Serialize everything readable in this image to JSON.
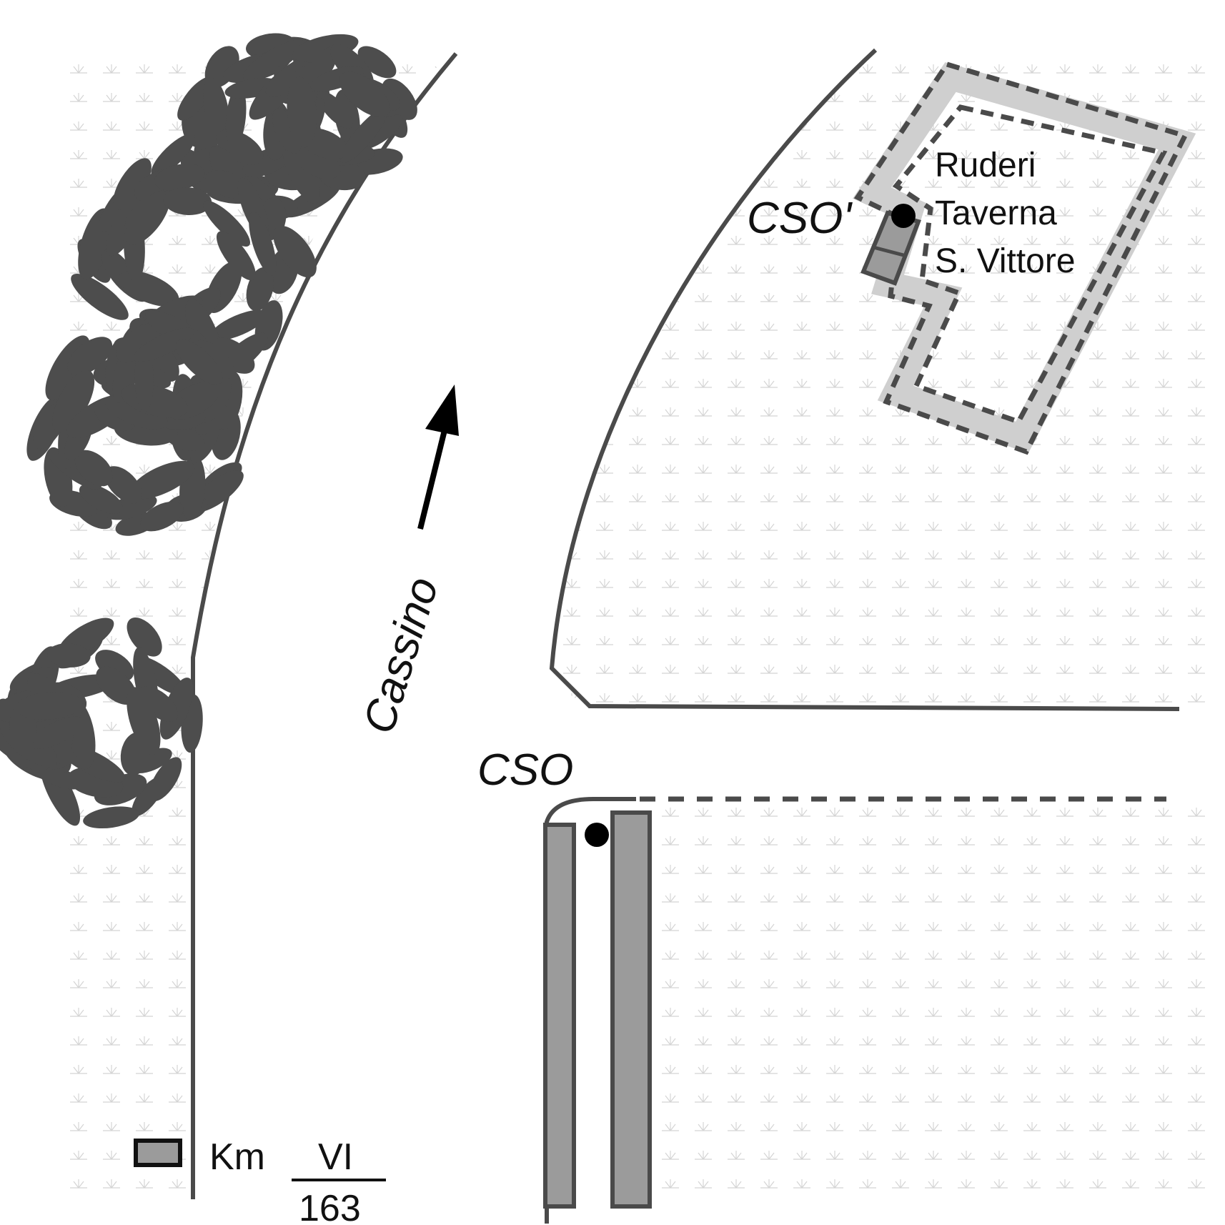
{
  "labels": {
    "cso_prime": "CSO'",
    "cso": "CSO",
    "ruins_line1": "Ruderi",
    "ruins_line2": "Taverna",
    "ruins_line3": "S. Vittore",
    "direction": "Cassino",
    "legend_unit": "Km",
    "legend_numerator": "VI",
    "legend_denominator": "163"
  },
  "colors": {
    "road_line": "#4a4a4a",
    "vegetation": "#4d4d4d",
    "ruins_band": "#cfcfcf",
    "ruins_dash": "#4a4a4a",
    "milestone_fill": "#9b9b9b",
    "field_pattern": "#d8d8d8",
    "marker": "#000000"
  },
  "icons": {
    "tree": "tree-cluster-icon",
    "marker": "location-dot-icon",
    "arrow": "direction-arrow-icon",
    "legend": "milestone-legend-icon"
  }
}
